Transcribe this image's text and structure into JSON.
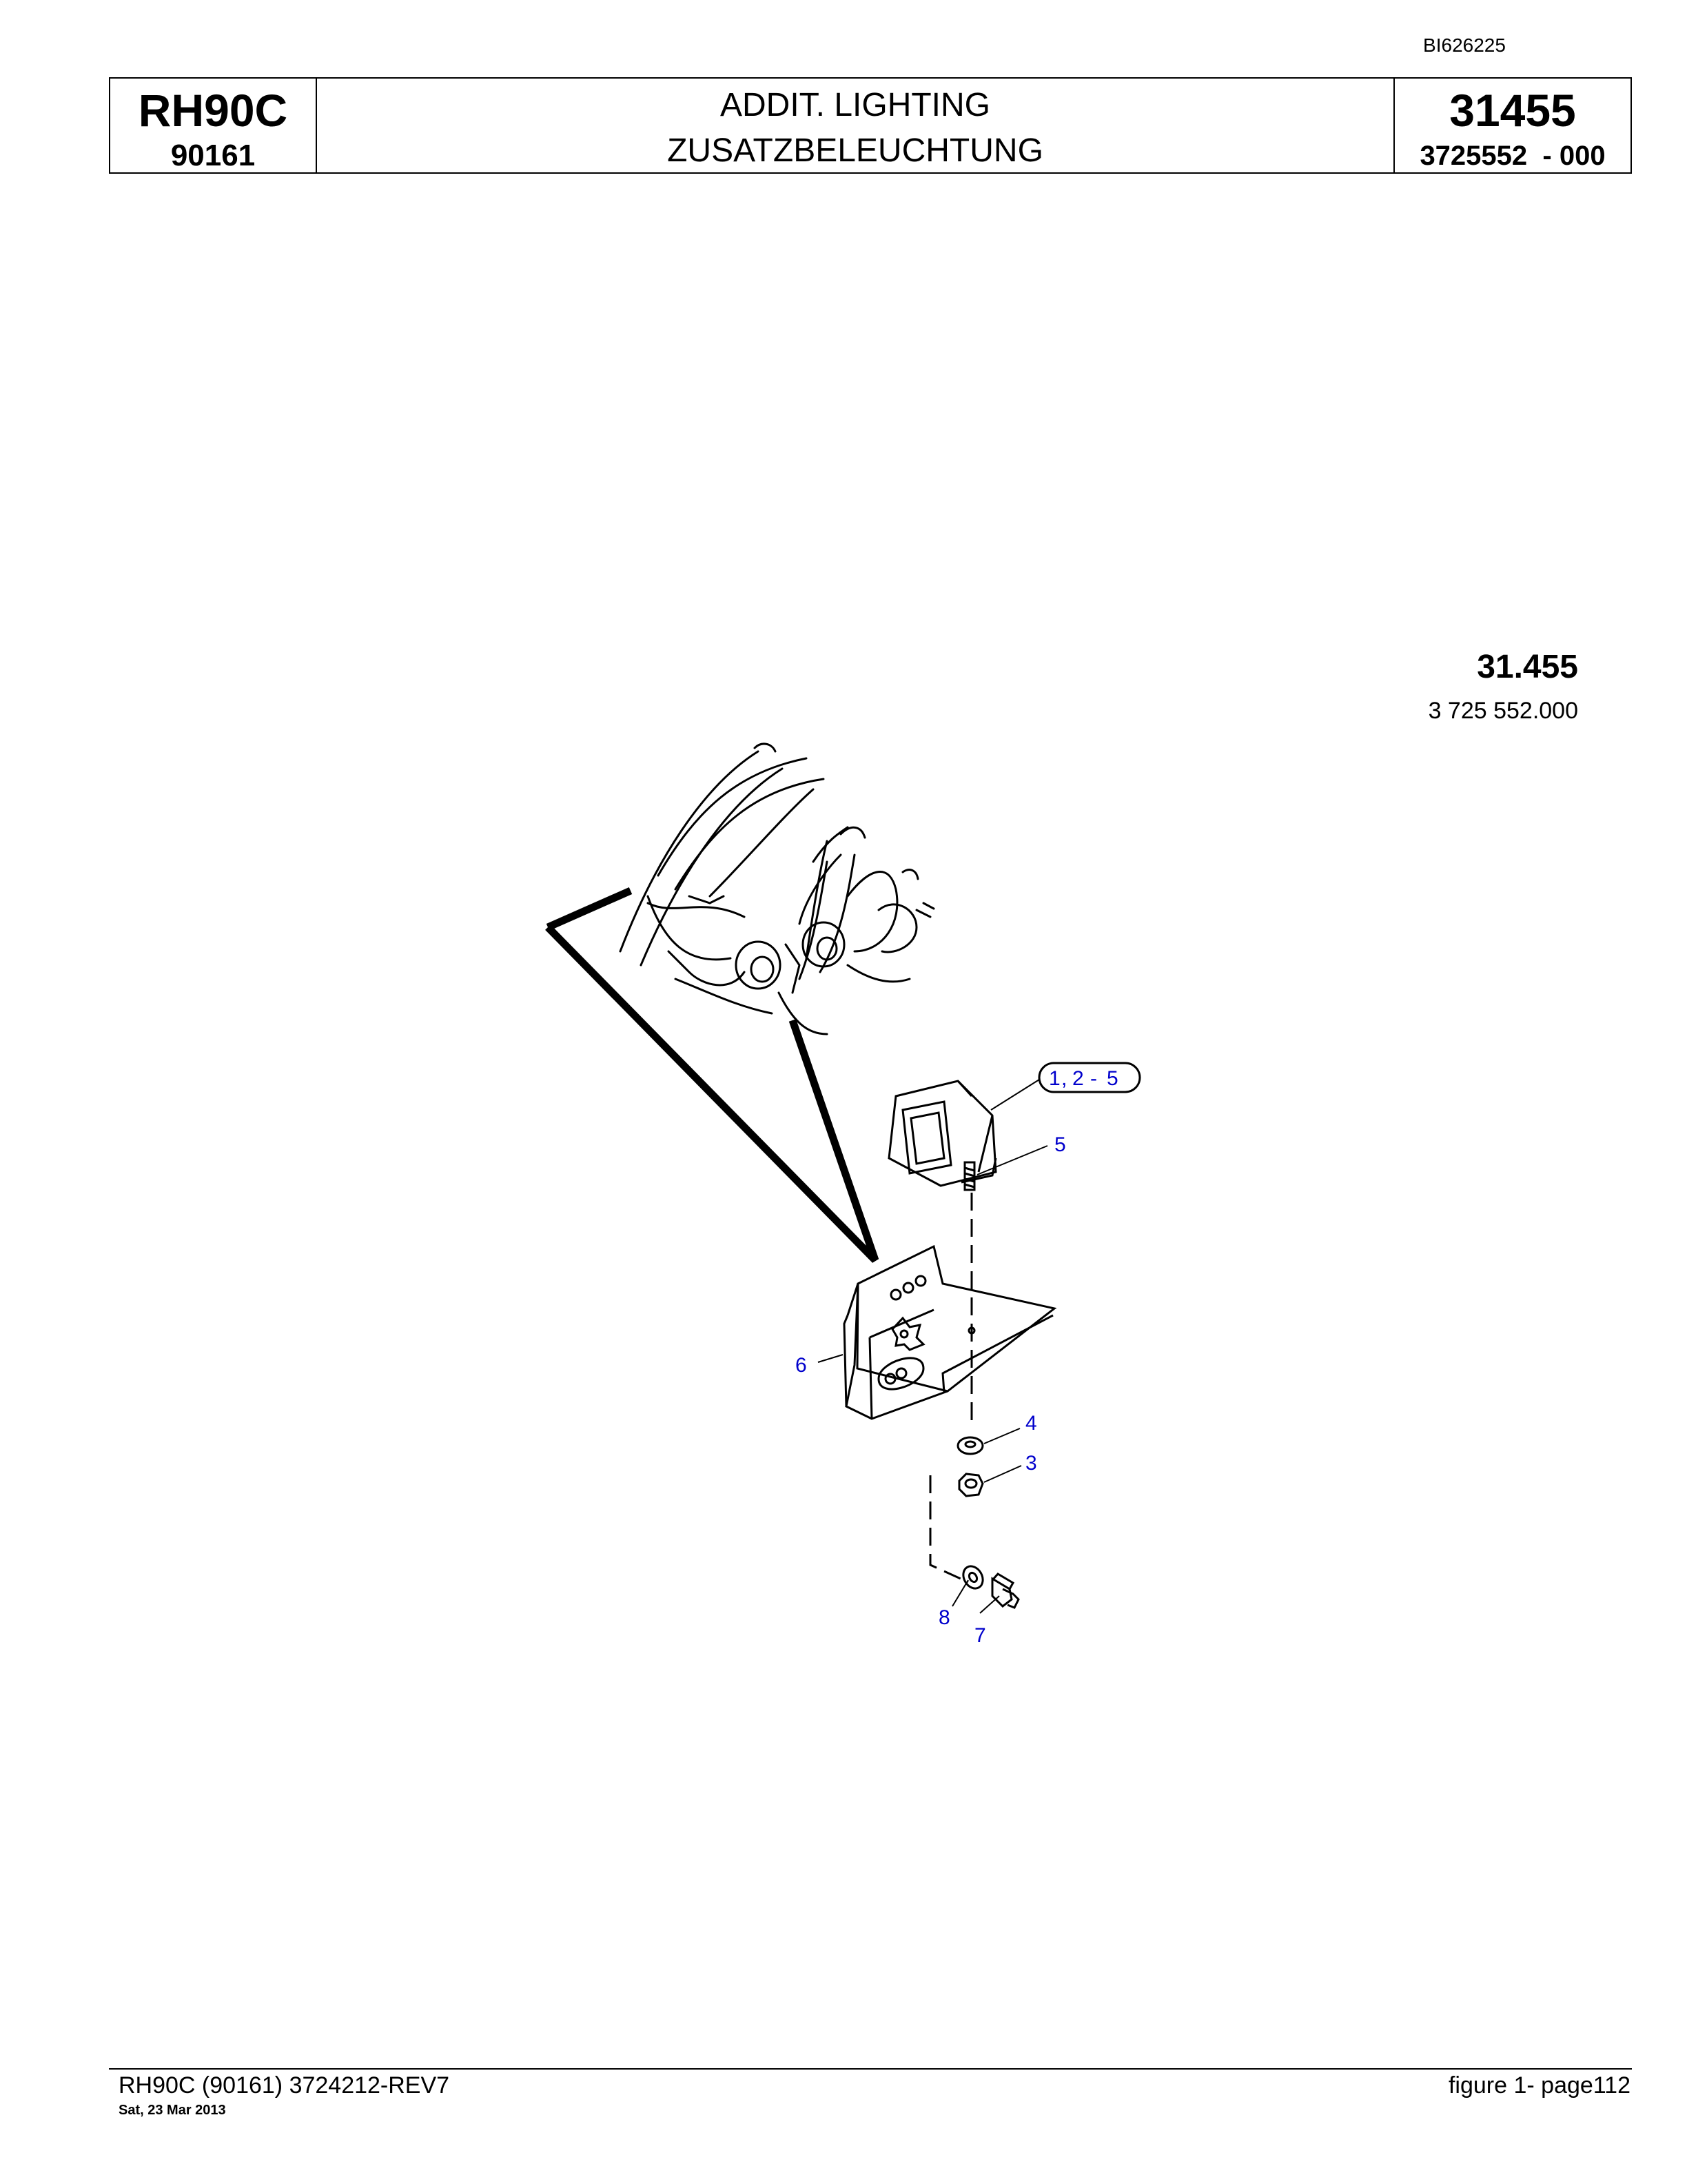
{
  "doc_id": "BI626225",
  "header": {
    "model": "RH90C",
    "serial": "90161",
    "title_en": "ADDIT. LIGHTING",
    "title_de": "ZUSATZBELEUCHTUNG",
    "group": "31455",
    "part_no": "3725552  - 000"
  },
  "figure_ref": {
    "group": "31.455",
    "part_no": "3 725 552.000"
  },
  "callouts": {
    "lamp_1": "1",
    "lamp_sep": ",",
    "lamp_2": "2",
    "lamp_dash": "-",
    "lamp_5": "5",
    "screw": "5",
    "bracket": "6",
    "washer_top": "4",
    "nut": "3",
    "washer_bottom": "8",
    "bolt": "7"
  },
  "colors": {
    "callout": "#0000cc",
    "line": "#000000"
  },
  "footer": {
    "left": "RH90C (90161) 3724212-REV7",
    "date": "Sat, 23 Mar 2013",
    "right": "figure  1- page112"
  }
}
